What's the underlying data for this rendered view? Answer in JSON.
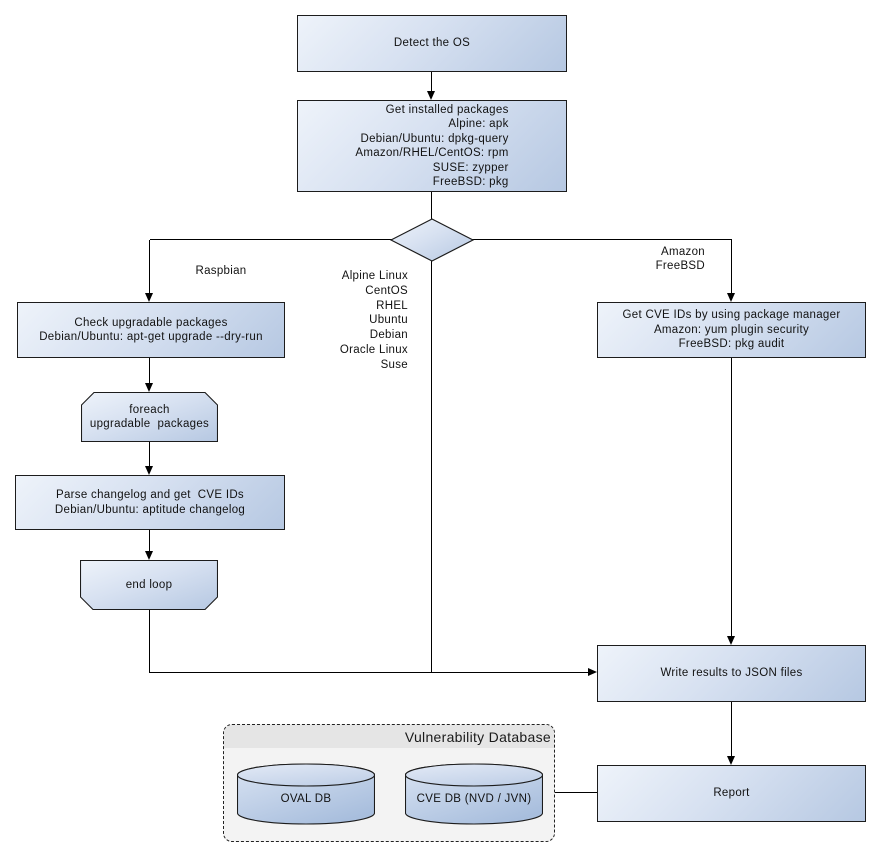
{
  "colors": {
    "node_border": "#1c1c1c",
    "node_fill_light": "#eef3fa",
    "node_fill_dark": "#b6c8e2",
    "cylinder_fill_light": "#dae4f3",
    "cylinder_fill_dark": "#a8bedd",
    "line": "#000000",
    "group_fill": "#f3f3f3",
    "group_header_fill": "#e5e5e5",
    "text": "#121212"
  },
  "nodes": {
    "detect_os": {
      "label": "Detect the OS"
    },
    "get_installed_packages": {
      "lines": [
        "Get installed packages",
        "Alpine: apk",
        "Debian/Ubuntu: dpkg-query",
        "Amazon/RHEL/CentOS: rpm",
        "SUSE: zypper",
        "FreeBSD: pkg"
      ]
    },
    "check_upgradable_packages": {
      "lines": [
        "Check upgradable packages",
        "Debian/Ubuntu: apt-get upgrade --dry-run"
      ]
    },
    "foreach_loop_start": {
      "lines": [
        "foreach",
        "upgradable  packages"
      ]
    },
    "parse_changelog": {
      "lines": [
        "Parse changelog and get  CVE IDs",
        "Debian/Ubuntu: aptitude changelog"
      ]
    },
    "end_loop": {
      "label": "end loop"
    },
    "get_cve_ids_by_package_manager": {
      "lines": [
        "Get CVE IDs by using package manager",
        "Amazon: yum plugin security",
        "FreeBSD: pkg audit"
      ]
    },
    "write_results": {
      "label": "Write results to JSON files"
    },
    "report": {
      "label": "Report"
    }
  },
  "edge_labels": {
    "raspbian": "Raspbian",
    "amazon_freebsd": [
      "Amazon",
      "FreeBSD"
    ],
    "os_list": [
      "Alpine Linux",
      "CentOS",
      "RHEL",
      "Ubuntu",
      "Debian",
      "Oracle Linux",
      "Suse"
    ]
  },
  "database_group": {
    "title": "Vulnerability Database",
    "oval_db_label": "OVAL DB",
    "cve_db_label": "CVE DB (NVD / JVN)"
  }
}
